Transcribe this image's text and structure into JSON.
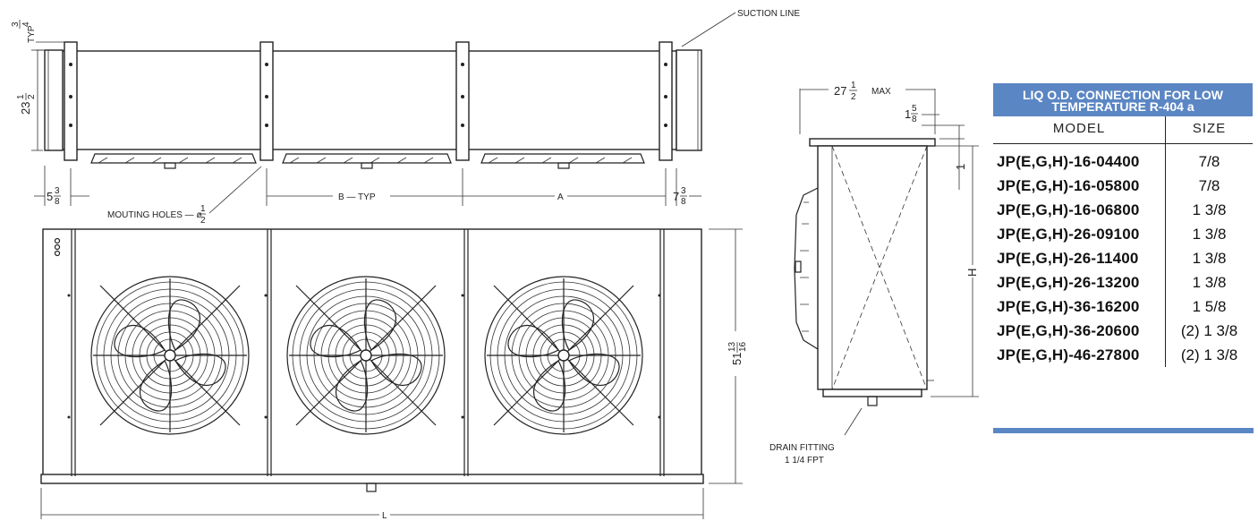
{
  "labels": {
    "suction_line": "SUCTION LINE",
    "typ": "TYP",
    "mounting_holes": "MOUTING HOLES — ø",
    "b_typ": "B — TYP",
    "a": "A",
    "max": "MAX",
    "h": "H",
    "l": "L",
    "drain_fitting": "DRAIN FITTING",
    "drain_size": "1 1/4 FPT",
    "one": "1"
  },
  "dims": {
    "top_3_4": {
      "num": "3",
      "den": "4"
    },
    "height_23": {
      "whole": "23",
      "num": "1",
      "den": "2"
    },
    "left_5": {
      "whole": "5",
      "num": "3",
      "den": "8"
    },
    "hole_half": {
      "num": "1",
      "den": "2"
    },
    "right_7": {
      "whole": "7",
      "num": "3",
      "den": "8"
    },
    "side_27": {
      "whole": "27",
      "num": "1",
      "den": "2"
    },
    "side_1_5_8": {
      "whole": "1",
      "num": "5",
      "den": "8"
    },
    "front_51": {
      "whole": "51",
      "num": "13",
      "den": "16"
    }
  },
  "table": {
    "title_line1": "LIQ O.D. CONNECTION FOR LOW",
    "title_line2": "TEMPERATURE R-404 a",
    "header_model": "MODEL",
    "header_size": "SIZE",
    "rows": [
      {
        "model": "JP(E,G,H)-16-04400",
        "size": "7/8"
      },
      {
        "model": "JP(E,G,H)-16-05800",
        "size": "7/8"
      },
      {
        "model": "JP(E,G,H)-16-06800",
        "size": "1 3/8"
      },
      {
        "model": "JP(E,G,H)-26-09100",
        "size": "1 3/8"
      },
      {
        "model": "JP(E,G,H)-26-11400",
        "size": "1 3/8"
      },
      {
        "model": "JP(E,G,H)-26-13200",
        "size": "1 3/8"
      },
      {
        "model": "JP(E,G,H)-36-16200",
        "size": "1 5/8"
      },
      {
        "model": "JP(E,G,H)-36-20600",
        "size": "(2) 1 3/8"
      },
      {
        "model": "JP(E,G,H)-46-27800",
        "size": "(2) 1 3/8"
      }
    ]
  },
  "colors": {
    "accent": "#5b86c4"
  }
}
